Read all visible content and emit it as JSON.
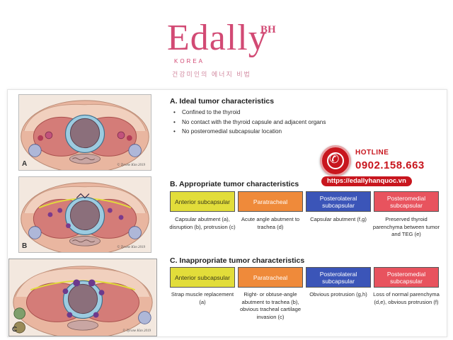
{
  "logo": {
    "main": "Edally",
    "superscript": "BH",
    "subtitle": "KOREA",
    "tagline": "건강미인의 에너지 비법"
  },
  "panels": [
    {
      "letter": "A",
      "signature": "© Tyrone Kim 2019"
    },
    {
      "letter": "B",
      "signature": "© Tyrone Kim 2019"
    },
    {
      "letter": "C",
      "signature": "© Tyrone Kim 2019"
    }
  ],
  "section_a": {
    "title": "A. Ideal tumor characteristics",
    "bullets": [
      "Confined to the thyroid",
      "No contact with the thyroid capsule and adjacent organs",
      "No posteromedial subcapsular location"
    ]
  },
  "section_b": {
    "title": "B. Appropriate tumor characteristics",
    "categories": [
      {
        "label": "Anterior subcapsular",
        "color": "#e2dd3a",
        "text_color": "#3a3a1a",
        "desc": "Capsular abutment (a), disruption (b), protrusion (c)"
      },
      {
        "label": "Paratracheal",
        "color": "#ef8a3a",
        "text_color": "#ffffff",
        "desc": "Acute angle abutment to trachea (d)"
      },
      {
        "label": "Posterolateral subcapsular",
        "color": "#3b55b8",
        "text_color": "#ffffff",
        "desc": "Capsular abutment (f,g)"
      },
      {
        "label": "Posteromedial subcapsular",
        "color": "#e8535e",
        "text_color": "#ffffff",
        "desc": "Preserved thyroid parenchyma between tumor and TEG (e)"
      }
    ]
  },
  "section_c": {
    "title": "C. Inappropriate tumor characteristics",
    "categories": [
      {
        "label": "Anterior subcapsular",
        "color": "#e2dd3a",
        "text_color": "#3a3a1a",
        "desc": "Strap muscle replacement (a)"
      },
      {
        "label": "Paratracheal",
        "color": "#ef8a3a",
        "text_color": "#ffffff",
        "desc": "Right- or obtuse-angle abutment to trachea (b), obvious tracheal cartilage invasion (c)"
      },
      {
        "label": "Posterolateral subcapsular",
        "color": "#3b55b8",
        "text_color": "#ffffff",
        "desc": "Obvious protrusion (g,h)"
      },
      {
        "label": "Posteromedial subcapsular",
        "color": "#e8535e",
        "text_color": "#ffffff",
        "desc": "Loss of normal parenchyma (d,e), obvious protrusion (f)"
      }
    ]
  },
  "hotline": {
    "label": "HOTLINE",
    "number": "0902.158.663",
    "website": "https://edallyhanquoc.vn",
    "icon": "phone-icon"
  }
}
